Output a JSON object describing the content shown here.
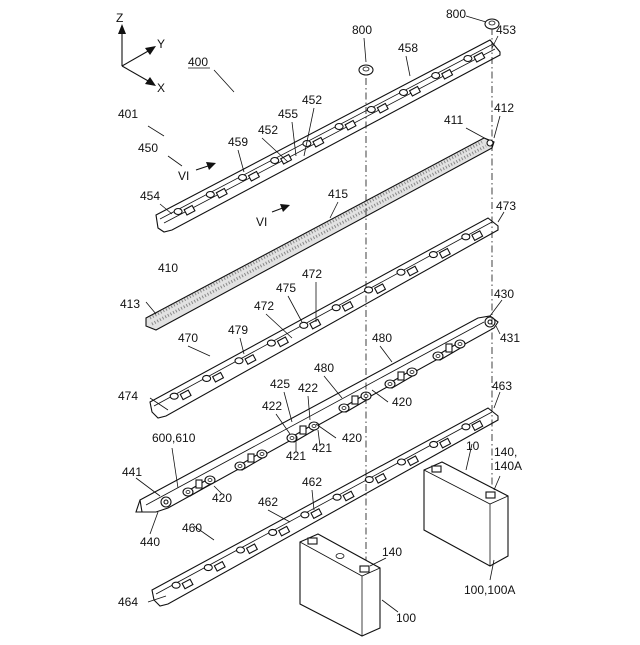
{
  "figure": {
    "axes": {
      "z": "Z",
      "y": "Y",
      "x": "X"
    },
    "labels": {
      "l400": "400",
      "l401": "401",
      "l450": "450",
      "l454": "454",
      "l459": "459",
      "l452a": "452",
      "l452b": "452",
      "l455": "455",
      "l458": "458",
      "l800a": "800",
      "l800b": "800",
      "l453": "453",
      "l411": "411",
      "l412": "412",
      "l415": "415",
      "l410": "410",
      "l413": "413",
      "vi_a": "VI",
      "vi_b": "VI",
      "l473": "473",
      "l472a": "472",
      "l472b": "472",
      "l475": "475",
      "l479": "479",
      "l470": "470",
      "l474": "474",
      "l430": "430",
      "l431": "431",
      "l480a": "480",
      "l480b": "480",
      "l420a": "420",
      "l420b": "420",
      "l420c": "420",
      "l425": "425",
      "l422a": "422",
      "l422b": "422",
      "l421a": "421",
      "l421b": "421",
      "l600": "600,610",
      "l441": "441",
      "l440": "440",
      "l463": "463",
      "l462a": "462",
      "l462b": "462",
      "l460": "460",
      "l464": "464",
      "l10": "10",
      "l140a": "140,",
      "l140b": "140A",
      "l140c": "140",
      "l100": "100",
      "l100a": "100,100A"
    }
  }
}
